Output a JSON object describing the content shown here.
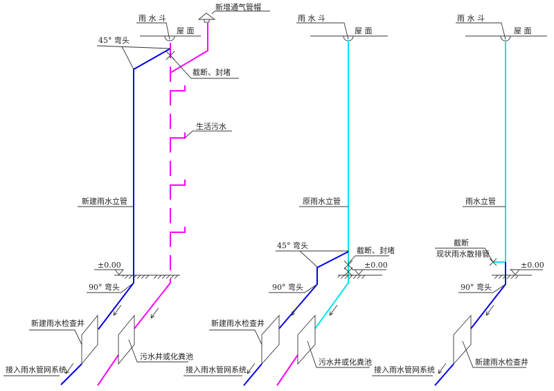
{
  "colors": {
    "rain_new": "#0000ee",
    "sewage": "#ff00ff",
    "existing_rain": "#00e5ee",
    "lines": "#333333"
  },
  "panel1": {
    "rain_hopper": "雨 水 斗",
    "roof": "屋 面",
    "vent_cap": "新增通气管帽",
    "elbow45": "45° 弯头",
    "cut_seal": "截断、封堵",
    "domestic_sewage": "生活污水",
    "new_riser": "新建雨水立管",
    "elevation": "±0.00",
    "elbow90": "90° 弯头",
    "new_inspection_well": "新建雨水检查井",
    "sewage_well": "污水井或化粪池",
    "connect_network": "接入雨水管网系统"
  },
  "panel2": {
    "rain_hopper": "雨 水 斗",
    "roof": "屋 面",
    "riser": "原雨水立管",
    "elbow45": "45° 弯头",
    "cut_seal": "截断、封堵",
    "elevation": "±0.00",
    "elbow90": "90° 弯头",
    "new_inspection_well": "新建雨水检查井",
    "sewage_well": "污水井或化粪池",
    "connect_network": "接入雨水管网系统"
  },
  "panel3": {
    "rain_hopper": "雨 水 斗",
    "roof": "屋 面",
    "riser": "雨水立管",
    "cut": "截断",
    "existing_drain": "现状雨水散排管",
    "elevation": "±0.00",
    "elbow90": "90° 弯头",
    "new_inspection_well": "新建雨水检查井",
    "connect_network": "接入雨水管网系统"
  }
}
